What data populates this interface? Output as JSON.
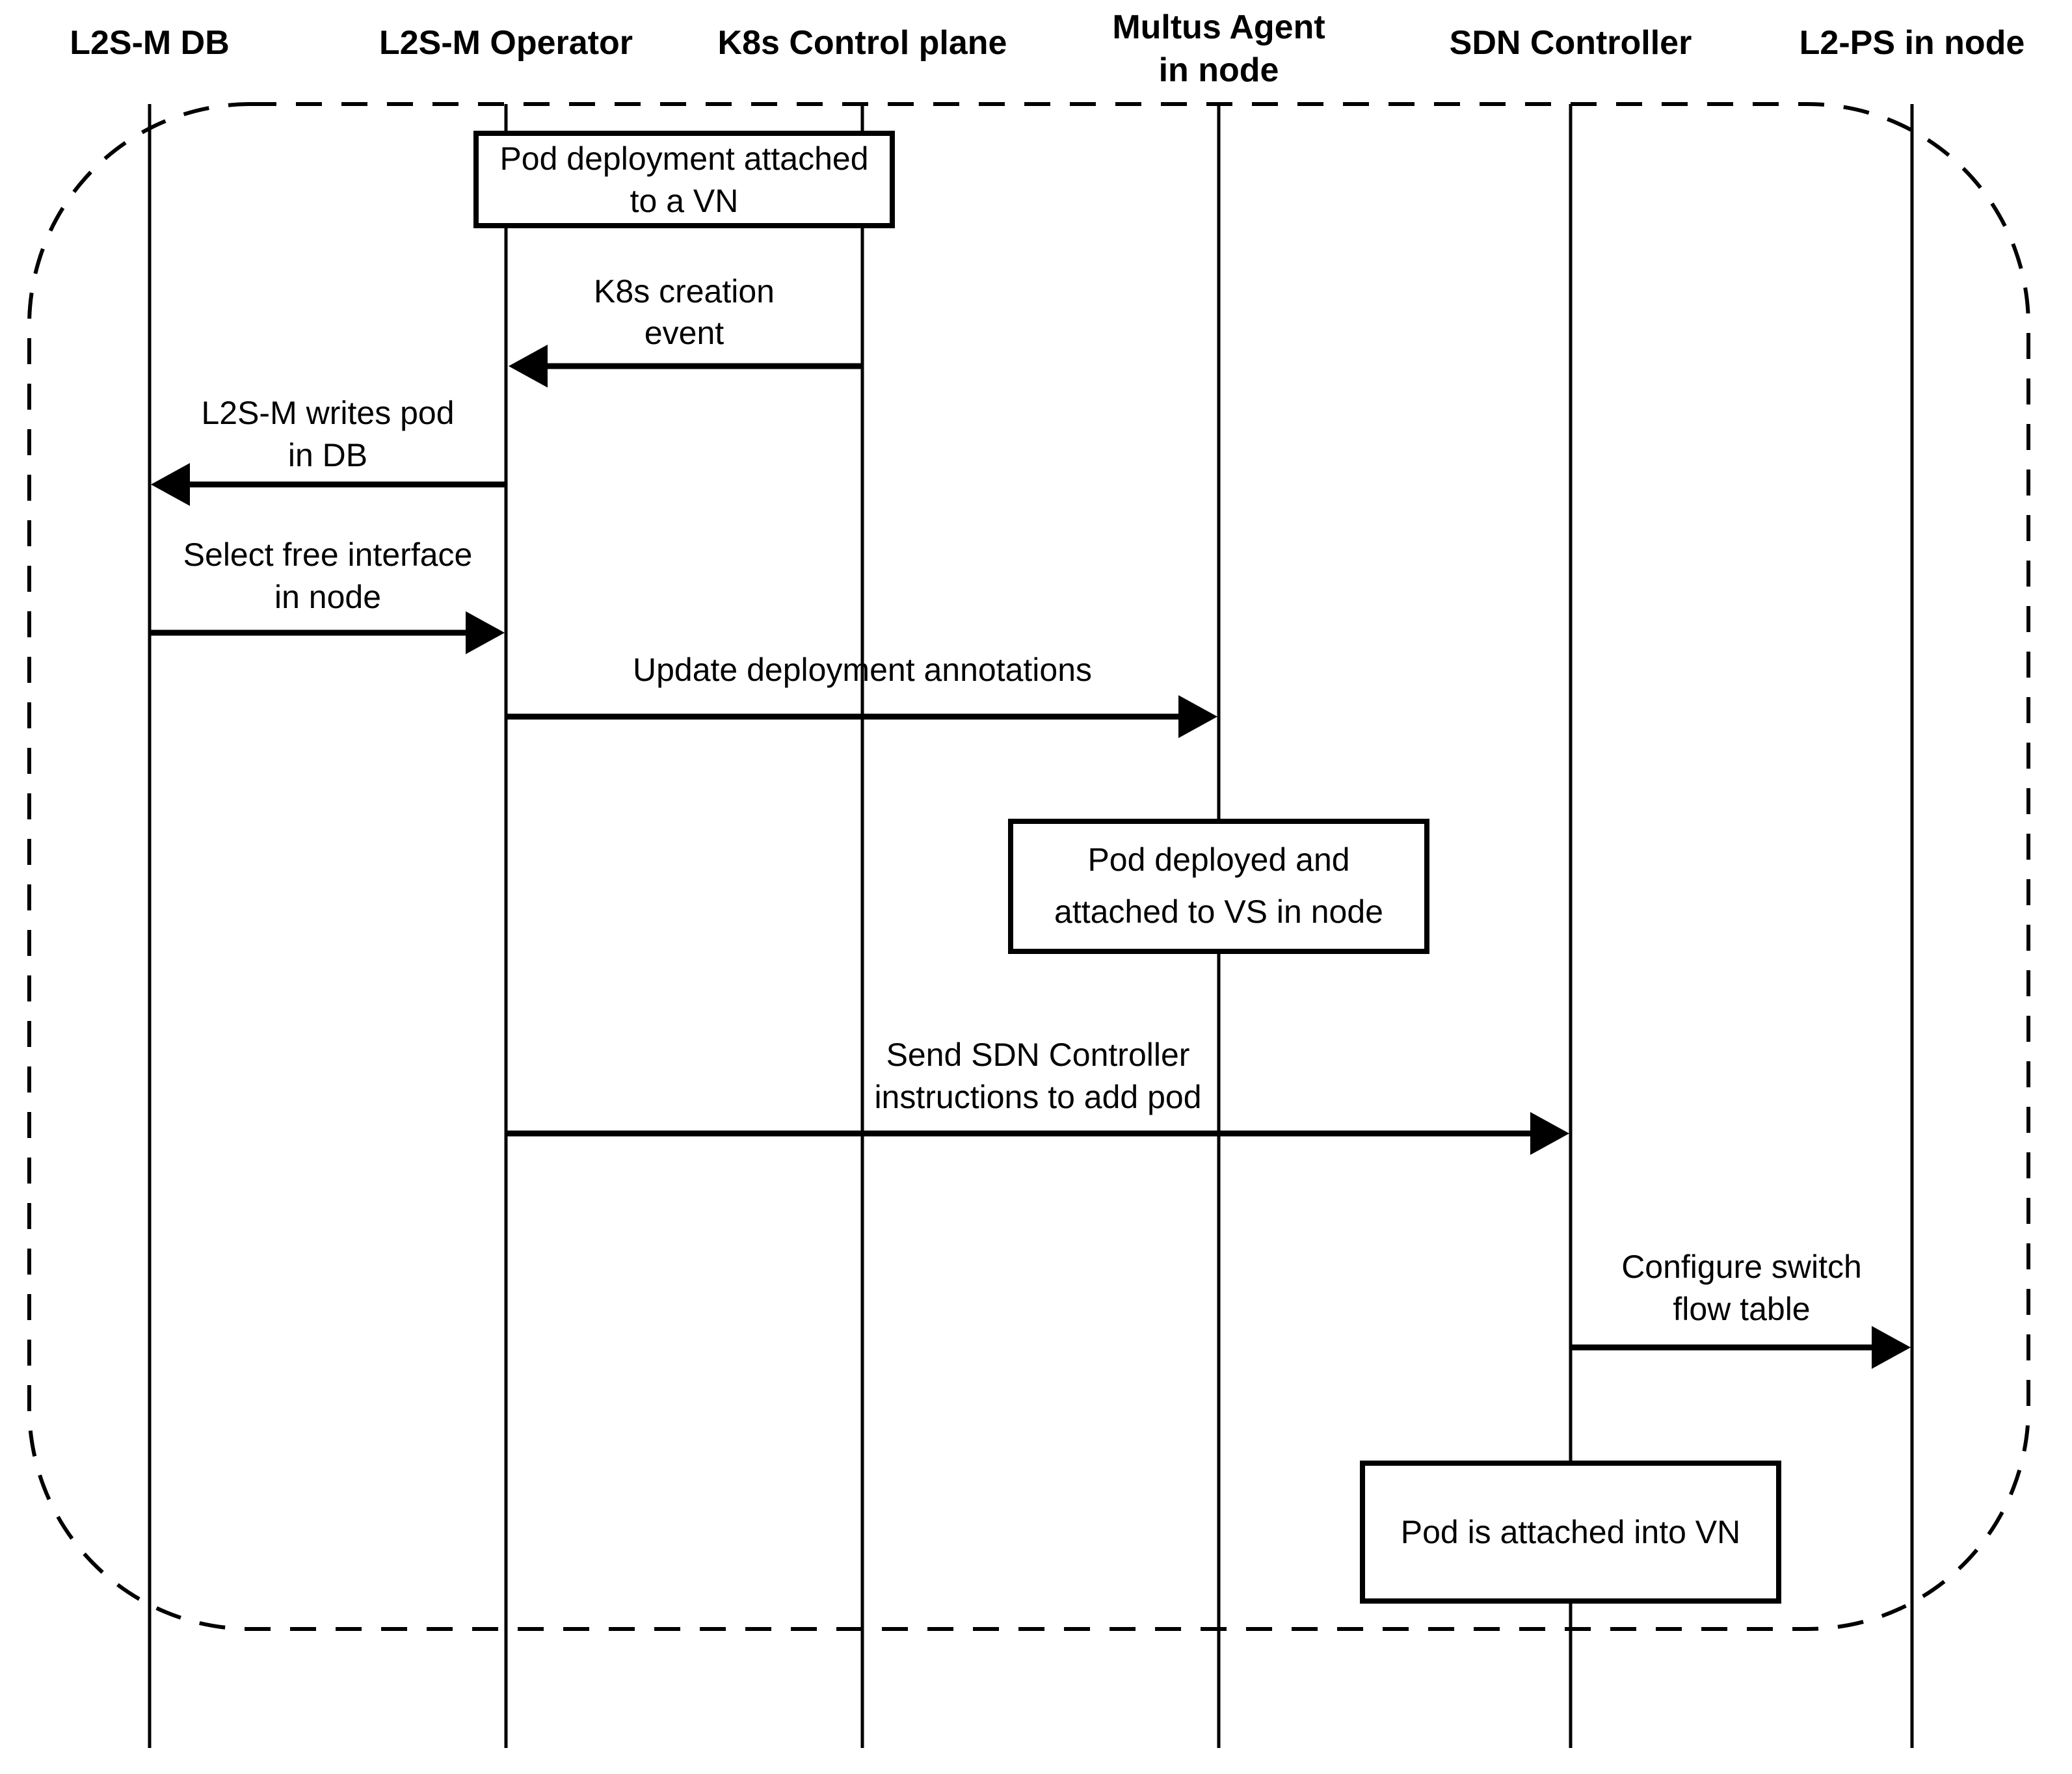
{
  "colors": {
    "ink": "#000000",
    "paper": "#ffffff"
  },
  "actors": [
    {
      "id": "l2sm-db",
      "label": "L2S-M DB"
    },
    {
      "id": "l2sm-operator",
      "label": "L2S-M Operator"
    },
    {
      "id": "k8s-control-plane",
      "label": "K8s Control plane"
    },
    {
      "id": "multus-agent",
      "line1": "Multus Agent",
      "line2": "in node"
    },
    {
      "id": "sdn-controller",
      "label": "SDN Controller"
    },
    {
      "id": "l2ps-in-node",
      "label": "L2-PS in node"
    }
  ],
  "notes": [
    {
      "line1": "Pod deployment attached",
      "line2": "to a VN",
      "anchor": "L2S-M Operator and K8s Control plane"
    },
    {
      "line1": "Pod deployed and",
      "line2": "attached to VS in node",
      "anchor": "Multus Agent in node"
    },
    {
      "line1": "Pod is attached into VN",
      "anchor": "SDN Controller"
    }
  ],
  "messages": [
    {
      "from": "K8s Control plane",
      "to": "L2S-M Operator",
      "direction": "left",
      "line1": "K8s creation",
      "line2": "event"
    },
    {
      "from": "L2S-M Operator",
      "to": "L2S-M DB",
      "direction": "left",
      "line1": "L2S-M writes pod",
      "line2": "in DB"
    },
    {
      "from": "L2S-M DB",
      "to": "L2S-M Operator",
      "direction": "right",
      "line1": "Select free interface",
      "line2": "in node"
    },
    {
      "from": "L2S-M Operator",
      "to": "Multus Agent in node",
      "direction": "right",
      "line1": "Update deployment annotations"
    },
    {
      "from": "L2S-M Operator",
      "to": "SDN Controller",
      "direction": "right",
      "line1": "Send SDN Controller",
      "line2": "instructions to add pod"
    },
    {
      "from": "SDN Controller",
      "to": "L2-PS in node",
      "direction": "right",
      "line1": "Configure switch",
      "line2": "flow table"
    }
  ]
}
